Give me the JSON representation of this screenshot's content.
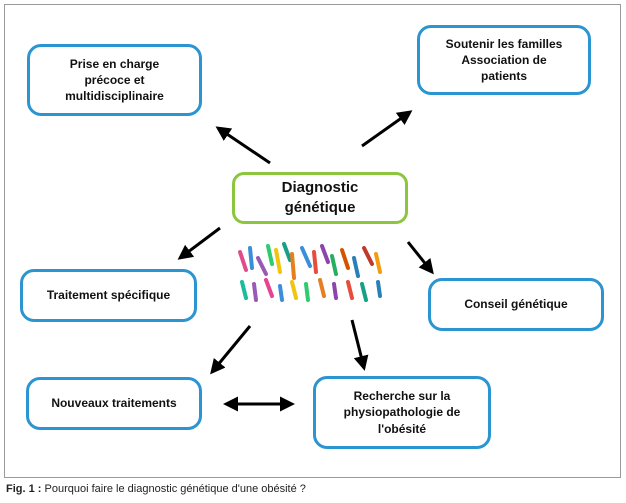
{
  "diagram": {
    "center": "Diagnostic génétique",
    "nodes": {
      "prise_en_charge": "Prise en charge\nprécoce et\nmultidisciplinaire",
      "soutenir": "Soutenir les familles\nAssociation de\npatients",
      "traitement_specifique": "Traitement spécifique",
      "conseil_genetique": "Conseil génétique",
      "nouveaux_traitements": "Nouveaux traitements",
      "recherche": "Recherche sur la\nphysiopathologie de\nl'obésité"
    },
    "colors": {
      "node_border": "#2b95d1",
      "center_border": "#8cc63f",
      "arrow": "#000000"
    },
    "center_image": "karyotype-chromosomes-image"
  },
  "caption": {
    "label": "Fig. 1 :",
    "text": " Pourquoi faire le diagnostic génétique d'une obésité ?"
  }
}
